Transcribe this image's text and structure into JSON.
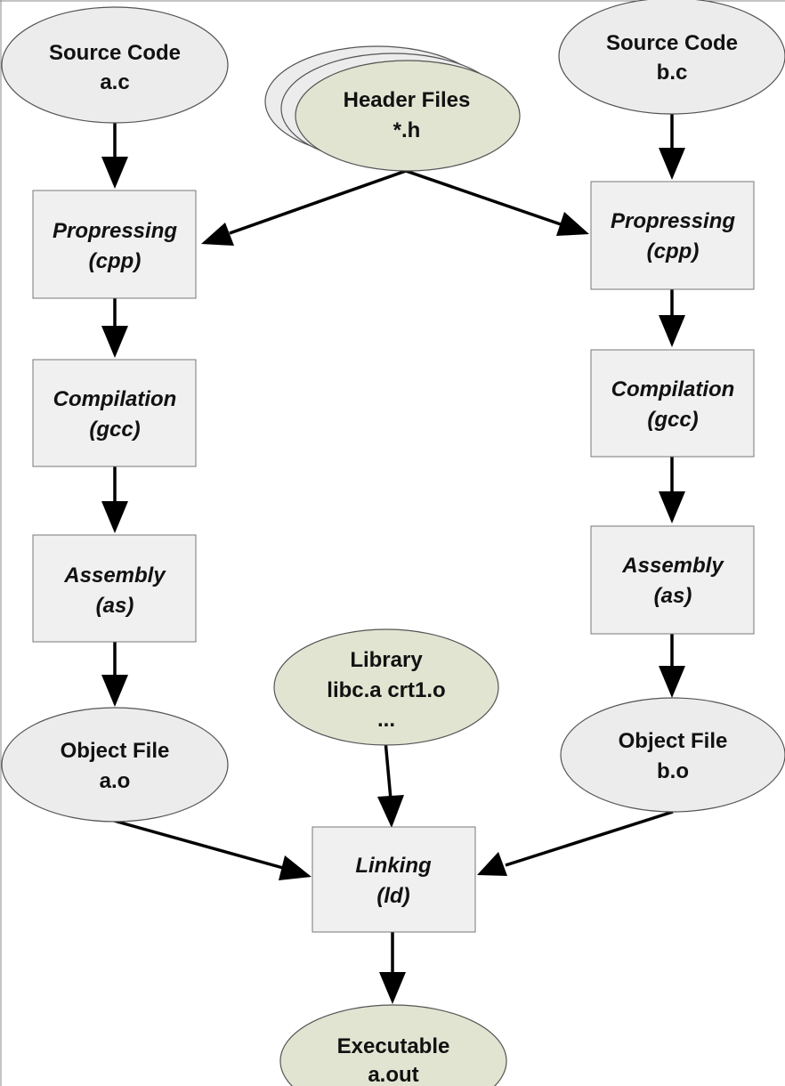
{
  "nodes": {
    "src_a": {
      "line1": "Source Code",
      "line2": "a.c"
    },
    "src_b": {
      "line1": "Source Code",
      "line2": "b.c"
    },
    "headers": {
      "line1": "Header Files",
      "line2": "*.h"
    },
    "pre_a": {
      "line1": "Propressing",
      "line2": "(cpp)"
    },
    "pre_b": {
      "line1": "Propressing",
      "line2": "(cpp)"
    },
    "comp_a": {
      "line1": "Compilation",
      "line2": "(gcc)"
    },
    "comp_b": {
      "line1": "Compilation",
      "line2": "(gcc)"
    },
    "asm_a": {
      "line1": "Assembly",
      "line2": "(as)"
    },
    "asm_b": {
      "line1": "Assembly",
      "line2": "(as)"
    },
    "obj_a": {
      "line1": "Object File",
      "line2": "a.o"
    },
    "obj_b": {
      "line1": "Object File",
      "line2": "b.o"
    },
    "library": {
      "line1": "Library",
      "line2": "libc.a crt1.o",
      "line3": "..."
    },
    "link": {
      "line1": "Linking",
      "line2": "(ld)"
    },
    "exe": {
      "line1": "Executable",
      "line2": "a.out"
    }
  },
  "colors": {
    "ellipse_fill": "#ececec",
    "ellipse_green_fill": "#e2e4d2",
    "box_fill": "#f0f0f0",
    "arrow": "#000000"
  }
}
